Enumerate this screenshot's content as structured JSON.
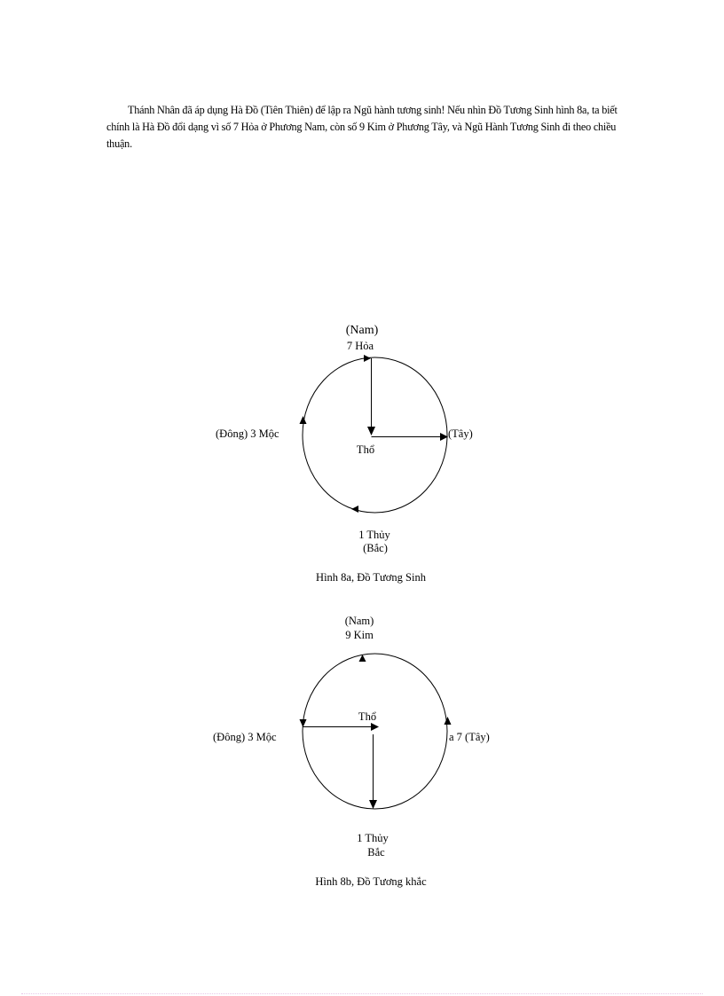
{
  "paragraph": "Thánh Nhân đã áp dụng Hà Đồ (Tiên Thiên) để lập ra Ngũ hành tương sinh!  Nếu nhìn Đồ Tương Sinh hình 8a,  ta biết chính là Hà Đồ đổi dạng vì số 7 Hỏa ở Phương Nam,  còn số 9 Kim  ở Phương Tây, và Ngũ Hành Tương Sinh đi theo chiều thuận.",
  "figure_8a": {
    "top_direction": "(Nam)",
    "top_element": "7 Hỏa",
    "left_label": "(Đông) 3 Mộc",
    "right_label": "(Tây)",
    "center_label": "Thổ",
    "bottom_element": "1 Thủy",
    "bottom_direction": "(Bắc)",
    "caption": "Hình 8a, Đồ Tương Sinh"
  },
  "figure_8b": {
    "top_direction": "(Nam)",
    "top_element": "9 Kim",
    "left_label": "(Đông) 3 Mộc",
    "right_label": "a 7 (Tây)",
    "center_label": "Thổ",
    "bottom_element": "1 Thủy",
    "bottom_direction": "Bắc",
    "caption": "Hình 8b, Đồ Tương khắc"
  }
}
